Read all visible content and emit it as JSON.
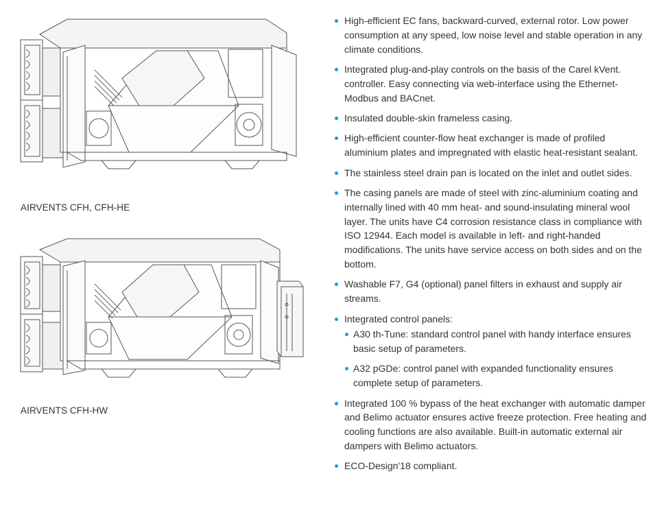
{
  "units": [
    {
      "caption": "AIRVENTS CFH, CFH-HE",
      "drawing": "ahu-unit-with-heat-exchanger"
    },
    {
      "caption": "AIRVENTS CFH-HW",
      "drawing": "ahu-unit-with-water-heater"
    }
  ],
  "colors": {
    "bullet": "#1f9ad6",
    "text": "#333333",
    "line": "#555555"
  },
  "features": [
    {
      "text": "High-efficient EC fans, backward-curved, external rotor. Low power consumption at any speed, low noise level and stable operation in any climate conditions."
    },
    {
      "text": "Integrated plug-and-play controls on the basis of the Carel kVent. controller. Easy connecting via web-interface using the Ethernet-Modbus and BACnet."
    },
    {
      "text": "Insulated double-skin frameless casing."
    },
    {
      "text": "High-efficient counter-flow heat exchanger is made of profiled aluminium plates and impregnated with elastic heat-resistant sealant."
    },
    {
      "text": "The stainless steel drain pan is located on the inlet and outlet sides."
    },
    {
      "text": "The casing panels are made of steel with zinc-aluminium coating and internally lined with 40 mm heat- and sound-insulating mineral wool layer. The units have C4 corrosion resistance class in compliance with ISO 12944. Each model is available in left- and right-handed modifications. The units have service access on both sides and on the bottom."
    },
    {
      "text": "Washable F7, G4 (optional) panel filters in exhaust and supply air streams."
    },
    {
      "text": "Integrated control panels:",
      "sub": [
        "A30 th-Tune: standard control panel with handy interface ensures basic setup of parameters.",
        "A32 pGDe: control panel with expanded functionality ensures complete setup of parameters."
      ]
    },
    {
      "text": "Integrated 100 % bypass of the heat exchanger with automatic damper and Belimo actuator ensures active freeze protection. Free heating and cooling functions are also available. Built-in automatic external air dampers with Belimo actuators."
    },
    {
      "text": "ECO-Design'18 compliant."
    }
  ]
}
